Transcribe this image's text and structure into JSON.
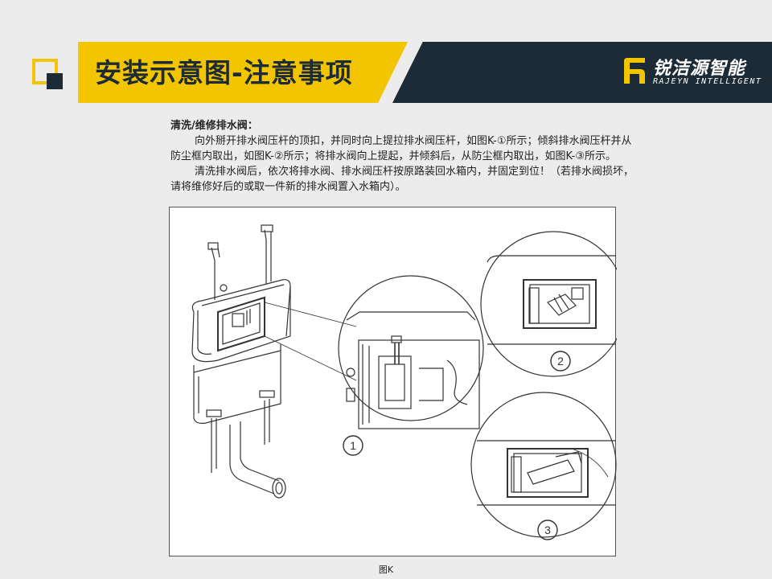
{
  "header": {
    "title": "安装示意图-注意事项",
    "brand_cn": "锐洁源智能",
    "brand_en": "RAJEYN INTELLIGENT",
    "colors": {
      "accent": "#f3c400",
      "dark": "#1c2b36"
    }
  },
  "content": {
    "heading": "清洗/维修排水阀：",
    "paragraph1": "向外掰开排水阀压杆的顶扣，并同时向上提拉排水阀压杆，如图K-①所示；倾斜排水阀压杆并从防尘框内取出，如图K-②所示；将排水阀向上提起，并倾斜后，从防尘框内取出，如图K-③所示。",
    "paragraph2": "清洗排水阀后，依次将排水阀、排水阀压杆按原路装回水箱内，并固定到位！（若排水阀损坏，请将维修好后的或取一件新的排水阀置入水箱内）。"
  },
  "figure": {
    "labels": {
      "step1": "1",
      "step2": "2",
      "step3": "3"
    },
    "caption": "图K"
  }
}
